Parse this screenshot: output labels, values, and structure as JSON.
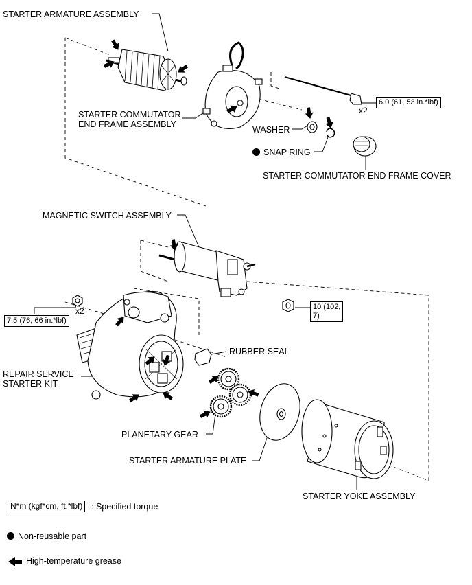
{
  "labels": {
    "starter_armature_assembly": "STARTER ARMATURE ASSEMBLY",
    "commutator_end_frame_line1": "STARTER COMMUTATOR",
    "commutator_end_frame_line2": "END FRAME ASSEMBLY",
    "washer": "WASHER",
    "snap_ring": "SNAP RING",
    "commutator_end_frame_cover": "STARTER COMMUTATOR END FRAME COVER",
    "magnetic_switch_assembly": "MAGNETIC SWITCH  ASSEMBLY",
    "repair_kit_line1": "REPAIR SERVICE",
    "repair_kit_line2": "STARTER KIT",
    "rubber_seal": "RUBBER SEAL",
    "planetary_gear": "PLANETARY GEAR",
    "starter_armature_plate": "STARTER ARMATURE PLATE",
    "starter_yoke_assembly": "STARTER YOKE ASSEMBLY"
  },
  "torques": {
    "through_bolt": "6.0 (61, 53 in.*lbf)",
    "through_bolt_qty": "x2",
    "kit_nut": "7.5 (76, 66 in.*lbf)",
    "kit_nut_qty": "x2",
    "switch_nut_line1": "10 (102,",
    "switch_nut_line2": "7)"
  },
  "legend": {
    "torque_unit": "N*m (kgf*cm, ft.*lbf)",
    "torque_desc": ": Specified torque",
    "non_reusable": "Non-reusable part",
    "grease": "High-temperature grease"
  }
}
